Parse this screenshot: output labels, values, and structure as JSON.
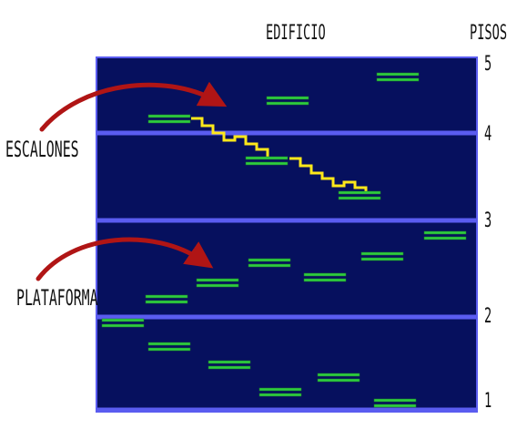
{
  "title": "EDIFICIO",
  "floors_title": "PISOS",
  "floor_labels": [
    "1",
    "2",
    "3",
    "4",
    "5"
  ],
  "callouts": {
    "steps": "ESCALONES",
    "platform": "PLATAFORMA"
  },
  "colors": {
    "building_bg": "#06105e",
    "floor_line": "#5a5cf0",
    "platform": "#2ecc40",
    "stairs": "#ffe81a",
    "arrow": "#b01515"
  }
}
